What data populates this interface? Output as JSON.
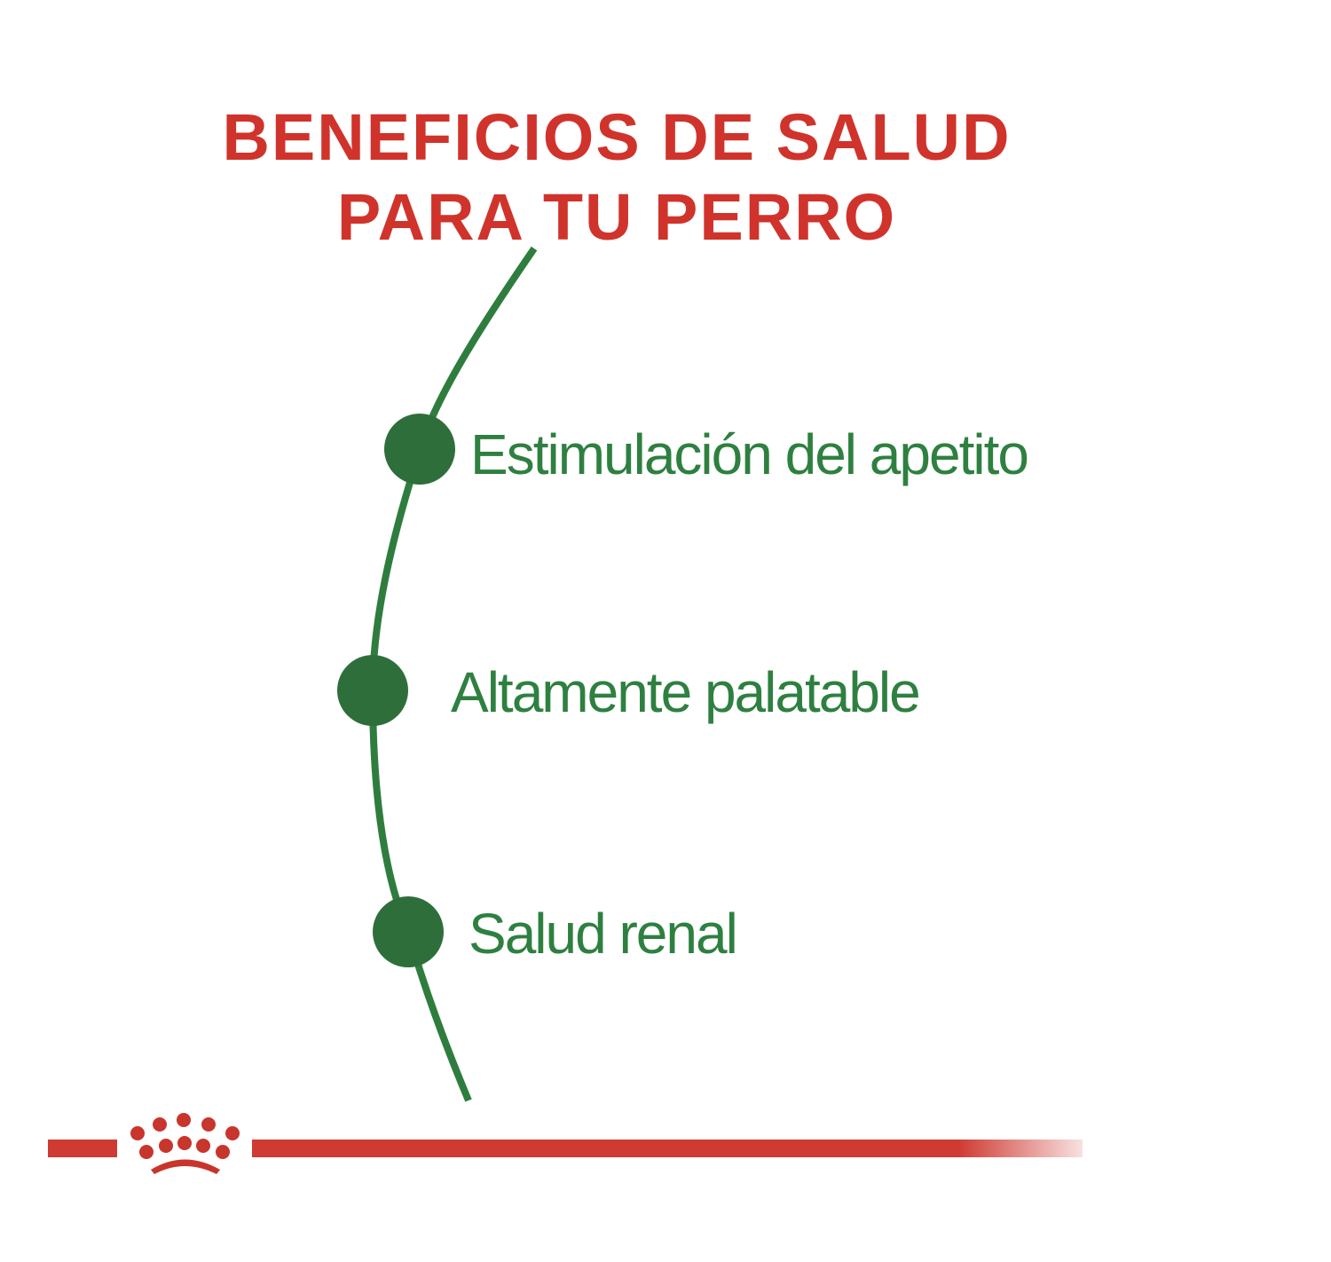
{
  "title": {
    "line1": "BENEFICIOS DE SALUD",
    "line2": "PARA TU PERRO"
  },
  "benefits": [
    {
      "label": "Estimulación del apetito"
    },
    {
      "label": "Altamente palatable"
    },
    {
      "label": "Salud renal"
    }
  ],
  "logo": {
    "icon": "crown-icon"
  },
  "colors": {
    "title": "#d0332b",
    "accent_green": "#2e7d3e",
    "bar_red": "#cf3a32"
  }
}
